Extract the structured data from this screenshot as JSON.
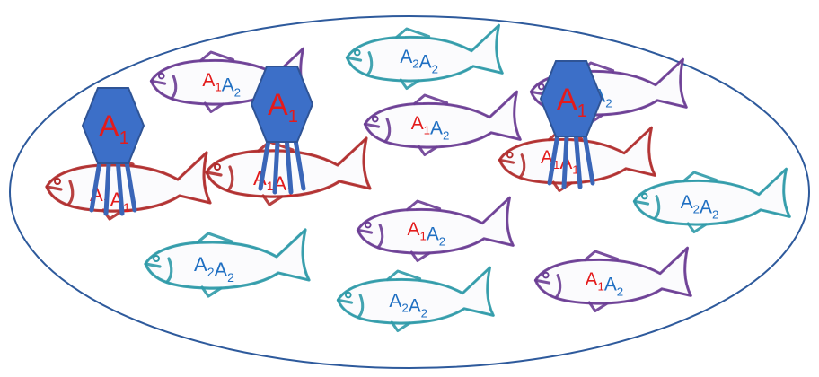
{
  "colors": {
    "background": "#ffffff",
    "pond_fill": "#ffffff",
    "pond_stroke": "#2e5a9c",
    "allele1": "#e31b1b",
    "allele2": "#1f6fc2",
    "fish_A1A1": "#b02c2c",
    "fish_A1A2": "#6a3c93",
    "fish_A2A2": "#2f9aa8",
    "phage_fill": "#3c6fc8",
    "phage_text": "#e31b1b"
  },
  "fish": [
    {
      "id": "f1",
      "genotype": "A1A1",
      "a": "A",
      "asub": "1",
      "b": "A",
      "bsub": "1"
    },
    {
      "id": "f2",
      "genotype": "A1A2",
      "a": "A",
      "asub": "1",
      "b": "A",
      "bsub": "2"
    },
    {
      "id": "f3",
      "genotype": "A1A1",
      "a": "A",
      "asub": "1",
      "b": "A",
      "bsub": "1"
    },
    {
      "id": "f4",
      "genotype": "A2A2",
      "a": "A",
      "asub": "2",
      "b": "A",
      "bsub": "2"
    },
    {
      "id": "f5",
      "genotype": "A1A2",
      "a": "A",
      "asub": "1",
      "b": "A",
      "bsub": "2"
    },
    {
      "id": "f6",
      "genotype": "A1A2",
      "a": "A",
      "asub": "1",
      "b": "A",
      "bsub": "2"
    },
    {
      "id": "f7",
      "genotype": "A1A1",
      "a": "A",
      "asub": "1",
      "b": "A",
      "bsub": "1"
    },
    {
      "id": "f8",
      "genotype": "A2A2",
      "a": "A",
      "asub": "2",
      "b": "A",
      "bsub": "2"
    },
    {
      "id": "f9",
      "genotype": "A1A2",
      "a": "A",
      "asub": "1",
      "b": "A",
      "bsub": "2"
    },
    {
      "id": "f10",
      "genotype": "A2A2",
      "a": "A",
      "asub": "2",
      "b": "A",
      "bsub": "2"
    },
    {
      "id": "f11",
      "genotype": "A2A2",
      "a": "A",
      "asub": "2",
      "b": "A",
      "bsub": "2"
    },
    {
      "id": "f12",
      "genotype": "A1A2",
      "a": "A",
      "asub": "1",
      "b": "A",
      "bsub": "2"
    }
  ],
  "phages": [
    {
      "id": "p1",
      "letter": "A",
      "sub": "1"
    },
    {
      "id": "p2",
      "letter": "A",
      "sub": "1"
    },
    {
      "id": "p3",
      "letter": "A",
      "sub": "1"
    }
  ]
}
